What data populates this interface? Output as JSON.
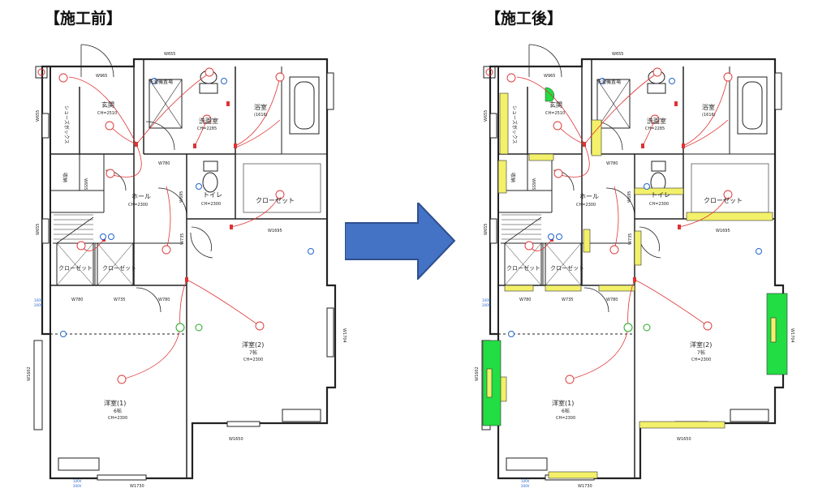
{
  "titles": {
    "before": "【施工前】",
    "after": "【施工後】"
  },
  "arrow_color": "#4472C4",
  "colors": {
    "wire": "#d33",
    "fixture": "#d33",
    "wall": "#222",
    "highlight_yellow": "#f3f06a",
    "highlight_green": "#22dd44",
    "outlet_blue": "#2266cc"
  },
  "plan": {
    "rooms": {
      "genkan": "玄関",
      "genkan_ch": "CH=2510",
      "shoebox": "シューズボックス",
      "laundry": "洗濯機置場",
      "washroom": "洗面室",
      "washroom_ch": "CH=2285",
      "bath": "浴室",
      "bath_size": "(1616)",
      "storage": "収納",
      "hall": "ホール",
      "hall_ch": "CH=2300",
      "toilet": "トイレ",
      "toilet_ch": "CH=2300",
      "closet_big": "クローゼット",
      "closet_a": "クローゼット",
      "closet_b": "クローゼット",
      "yoshitsu2": "洋室(2)",
      "yoshitsu2_size": "7帖",
      "yoshitsu2_ch": "CH=2300",
      "yoshitsu1": "洋室(1)",
      "yoshitsu1_size": "6帖",
      "yoshitsu1_ch": "CH=2300"
    },
    "dims": {
      "w655_top": "W655",
      "w965": "W965",
      "w655_left": "W655",
      "w655_left2": "W655",
      "w780_a": "W780",
      "w780_b": "W780",
      "w735": "W735",
      "w780_c": "W780",
      "w1695": "W1695",
      "w1704": "W1704",
      "w1602": "W1602",
      "w1650": "W1650",
      "w1730": "W1730",
      "w695": "W695",
      "w735b": "W735",
      "w655_s": "W655"
    },
    "volt": {
      "v100": "100V",
      "v200": "200V"
    }
  }
}
